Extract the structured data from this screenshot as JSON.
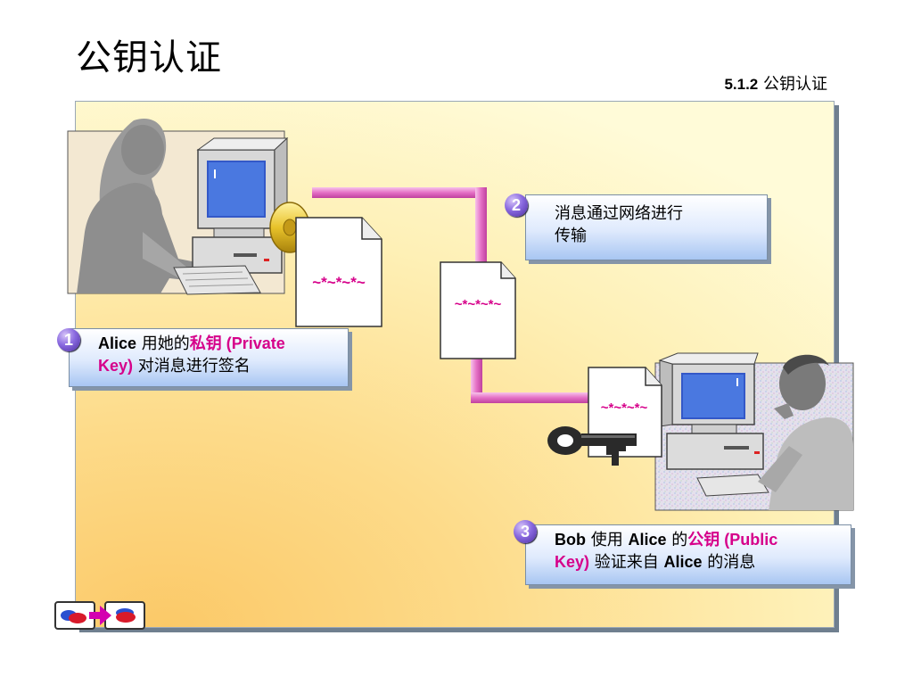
{
  "slide": {
    "title": "公钥认证",
    "section_number": "5.1.2",
    "section_title": "公钥认证"
  },
  "steps": [
    {
      "number": "1",
      "line1_a": "Alice",
      "line1_b": " 用她的",
      "line1_c": "私钥 (Private",
      "line2_a": "Key)",
      "line2_b": " 对消息进行签名"
    },
    {
      "number": "2",
      "line1": "消息通过网络进行",
      "line2": "传输"
    },
    {
      "number": "3",
      "line1_a": "Bob",
      "line1_b": " 使用 ",
      "line1_c": "Alice",
      "line1_d": " 的",
      "line1_e": "公钥 (Public",
      "line2_a": "Key)",
      "line2_b": " 验证来自 ",
      "line2_c": "Alice",
      "line2_d": " 的消息"
    }
  ],
  "documents": {
    "signed_text": "~*~*~*~",
    "transit_text": "~*~*~*~",
    "received_text": "~*~*~*~"
  },
  "colors": {
    "accent_pink": "#d6008a",
    "network_line": "#e680c8",
    "callout_blue": "#a8c6f2",
    "badge_purple": "#6a4ac8",
    "panel_yellow": "#fddb8a"
  },
  "icons": [
    "person-computer-image",
    "gold-key-icon",
    "black-key-icon",
    "document-icon",
    "nav-prev-icon",
    "nav-next-icon"
  ]
}
